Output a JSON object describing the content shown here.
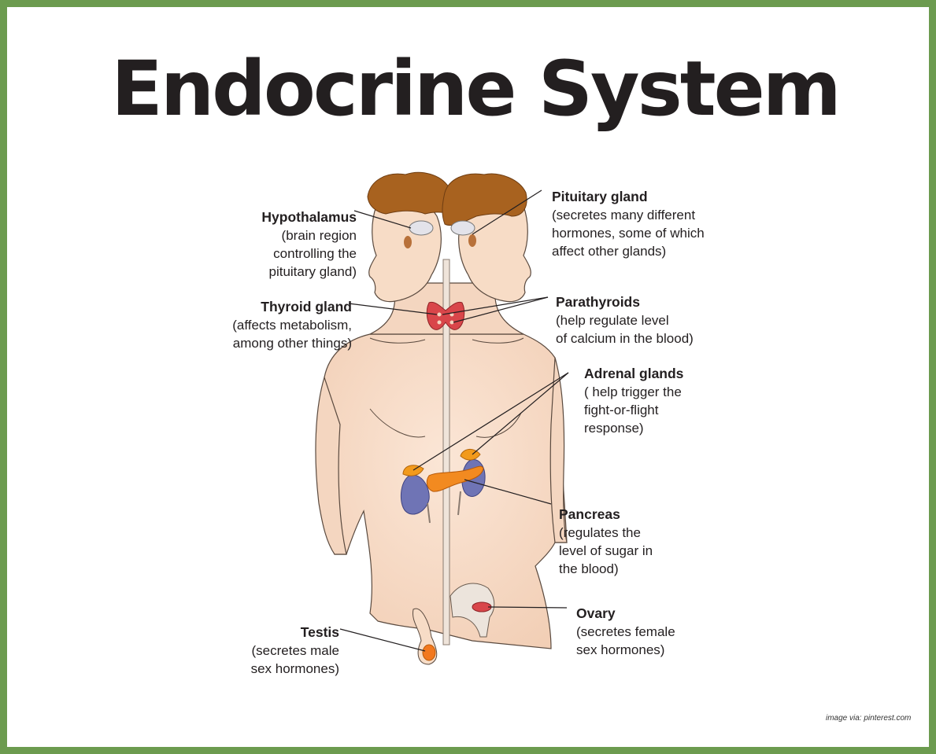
{
  "title": "Endocrine System",
  "credit": "image via: pinterest.com",
  "labels": {
    "hypothalamus": {
      "name": "Hypothalamus",
      "desc": "(brain region\ncontrolling the\npituitary gland)"
    },
    "pituitary": {
      "name": "Pituitary gland",
      "desc": "(secretes many different\nhormones, some of which\naffect other glands)"
    },
    "thyroid": {
      "name": "Thyroid gland",
      "desc": "(affects metabolism,\namong other things)"
    },
    "parathyroids": {
      "name": "Parathyroids",
      "desc": "(help regulate level\nof calcium in the blood)"
    },
    "adrenal": {
      "name": "Adrenal glands",
      "desc": "( help trigger the\nfight-or-flight\nresponse)"
    },
    "pancreas": {
      "name": "Pancreas",
      "desc": "(regulates the\nlevel of sugar in\nthe blood)"
    },
    "testis": {
      "name": "Testis",
      "desc": "(secretes male\nsex hormones)"
    },
    "ovary": {
      "name": "Ovary",
      "desc": "(secretes female\nsex hormones)"
    }
  },
  "colors": {
    "border": "#6c9b4f",
    "skin": "#f7dcc6",
    "hair": "#a8621f",
    "thyroid": "#d9464a",
    "adrenal": "#f29a1c",
    "kidney": "#6f74b5"
  }
}
